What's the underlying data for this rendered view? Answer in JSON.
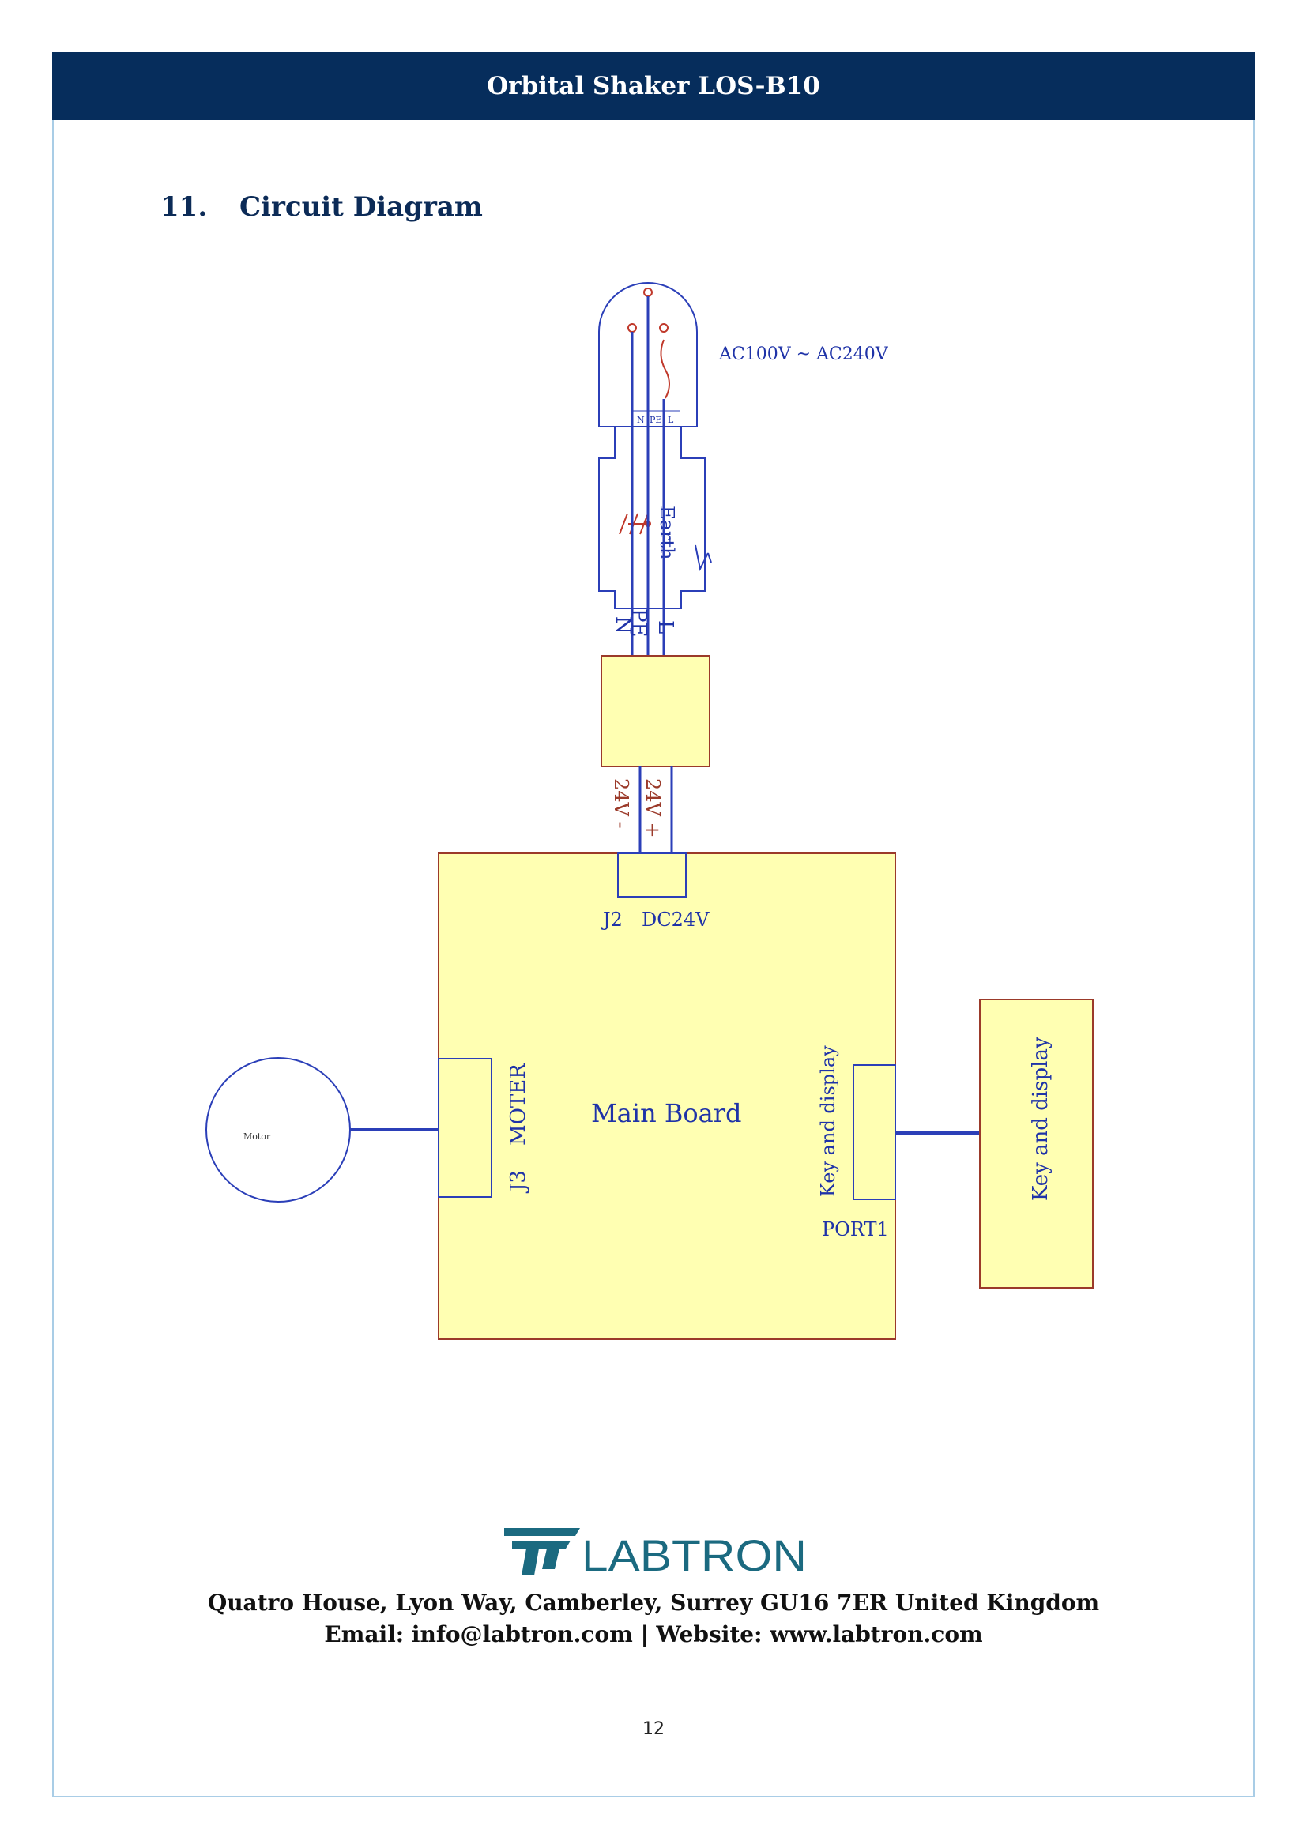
{
  "header": {
    "title": "Orbital Shaker LOS-B10"
  },
  "section": {
    "number": "11.",
    "title": "Circuit Diagram"
  },
  "diagram": {
    "supply_label": "AC100V ~ AC240V",
    "plug_pins": [
      "N",
      "PE",
      "L"
    ],
    "earth_label": "Earth",
    "terminal_labels": [
      "N",
      "PE",
      "L"
    ],
    "dc_labels": [
      "24V -",
      "24V +"
    ],
    "connector_j2": "J2",
    "connector_j2_desc": "DC24V",
    "main_board": "Main Board",
    "connector_j3": "J3",
    "connector_j3_desc": "MOTER",
    "motor_label": "Motor",
    "port_label": "Key and display",
    "port_name": "PORT1",
    "keypad_label": "Key and display"
  },
  "footer": {
    "logo_text": "LABTRON",
    "address": "Quatro House, Lyon Way, Camberley, Surrey GU16 7ER United Kingdom",
    "contact": "Email: info@labtron.com | Website: www.labtron.com",
    "page_number": "12"
  },
  "colors": {
    "header_bg": "#062d5c",
    "wire": "#2b3fb8",
    "box_fill": "#ffffb2",
    "box_border": "#9b3a2a",
    "label": "#1f33a8",
    "logo_teal": "#1b6a80"
  }
}
